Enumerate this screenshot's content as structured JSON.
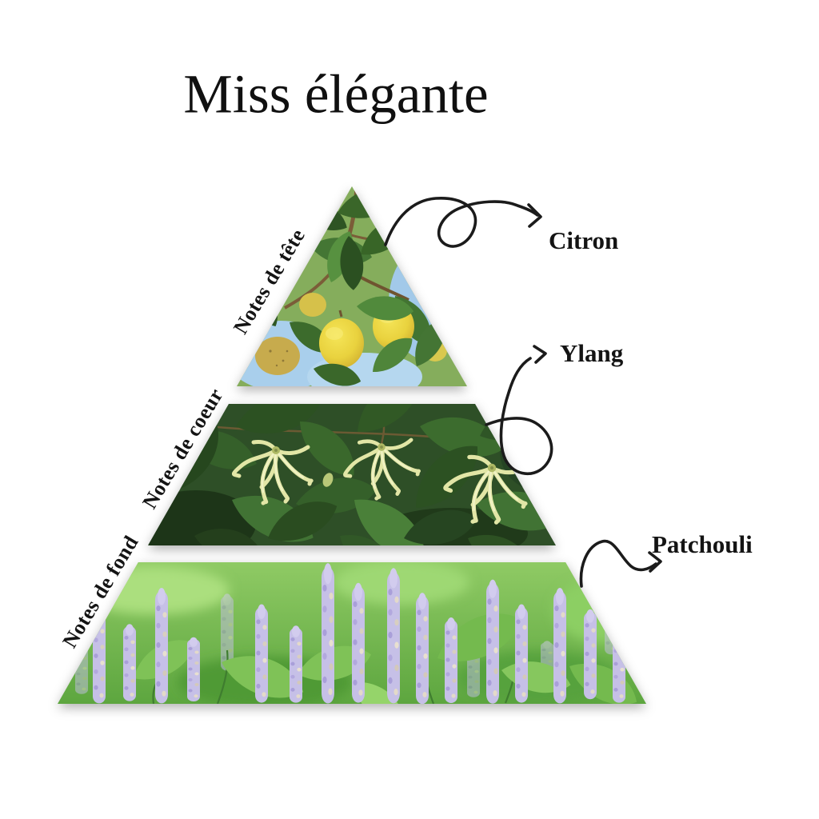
{
  "title": "Miss élégante",
  "pyramid": {
    "tiers": [
      {
        "position": "top",
        "level_label": "Notes de tête",
        "note": "Citron",
        "image_subject": "lemons on a lemon tree against blue sky"
      },
      {
        "position": "middle",
        "level_label": "Notes de coeur",
        "note": "Ylang",
        "image_subject": "ylang-ylang flowers among dark green leaves"
      },
      {
        "position": "bottom",
        "level_label": "Notes de fond",
        "note": "Patchouli",
        "image_subject": "field of pale purple patchouli flower spikes"
      }
    ]
  },
  "colors": {
    "background": "#ffffff",
    "text": "#141414",
    "arrow": "#1b1b1b",
    "lemon": "#ecd741",
    "sky": "#a9cfec",
    "leaf_dark": "#2c5122",
    "ylang_petal": "#e2e6a6",
    "patchouli_spike": "#c6c0e7",
    "grass": "#6fb84a"
  }
}
